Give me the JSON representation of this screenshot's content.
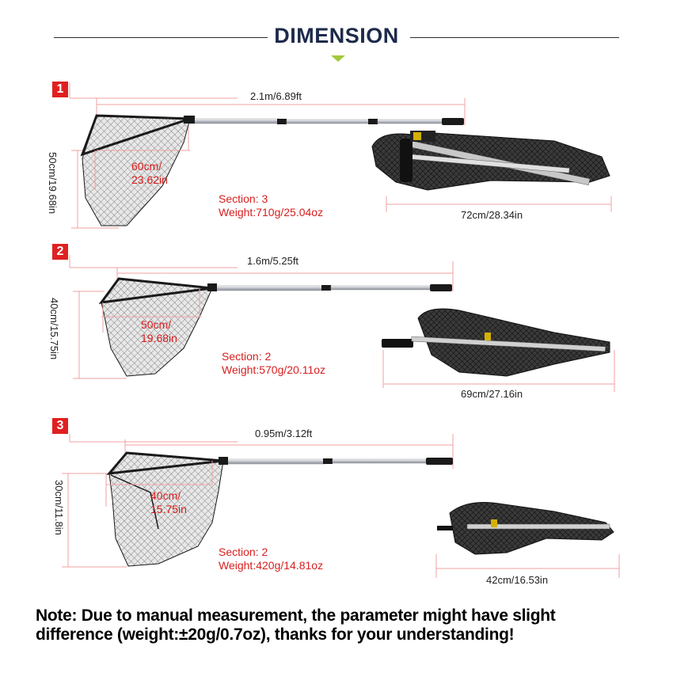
{
  "title": "DIMENSION",
  "sections": [
    {
      "number": "1",
      "length": "2.1m/6.89ft",
      "height": "50cm/19.68in",
      "hoop_line1": "60cm/",
      "hoop_line2": "23.62in",
      "section_count": "Section: 3",
      "weight": "Weight:710g/25.04oz",
      "folded": "72cm/28.34in"
    },
    {
      "number": "2",
      "length": "1.6m/5.25ft",
      "height": "40cm/15.75in",
      "hoop_line1": "50cm/",
      "hoop_line2": "19.68in",
      "section_count": "Section: 2",
      "weight": "Weight:570g/20.11oz",
      "folded": "69cm/27.16in"
    },
    {
      "number": "3",
      "length": "0.95m/3.12ft",
      "height": "30cm/11.8in",
      "hoop_line1": "40cm/",
      "hoop_line2": "15.75in",
      "section_count": "Section: 2",
      "weight": "Weight:420g/14.81oz",
      "folded": "42cm/16.53in"
    }
  ],
  "note": {
    "line1": "Note: Due to manual measurement, the parameter might have slight",
    "line2": "difference (weight:±20g/0.7oz), thanks for your understanding!"
  },
  "colors": {
    "title": "#1d2a4a",
    "accent_arrow": "#a3c93a",
    "badge": "#e02020",
    "measure_text": "#d81e1e",
    "dimension_line": "#f0a0a0"
  }
}
